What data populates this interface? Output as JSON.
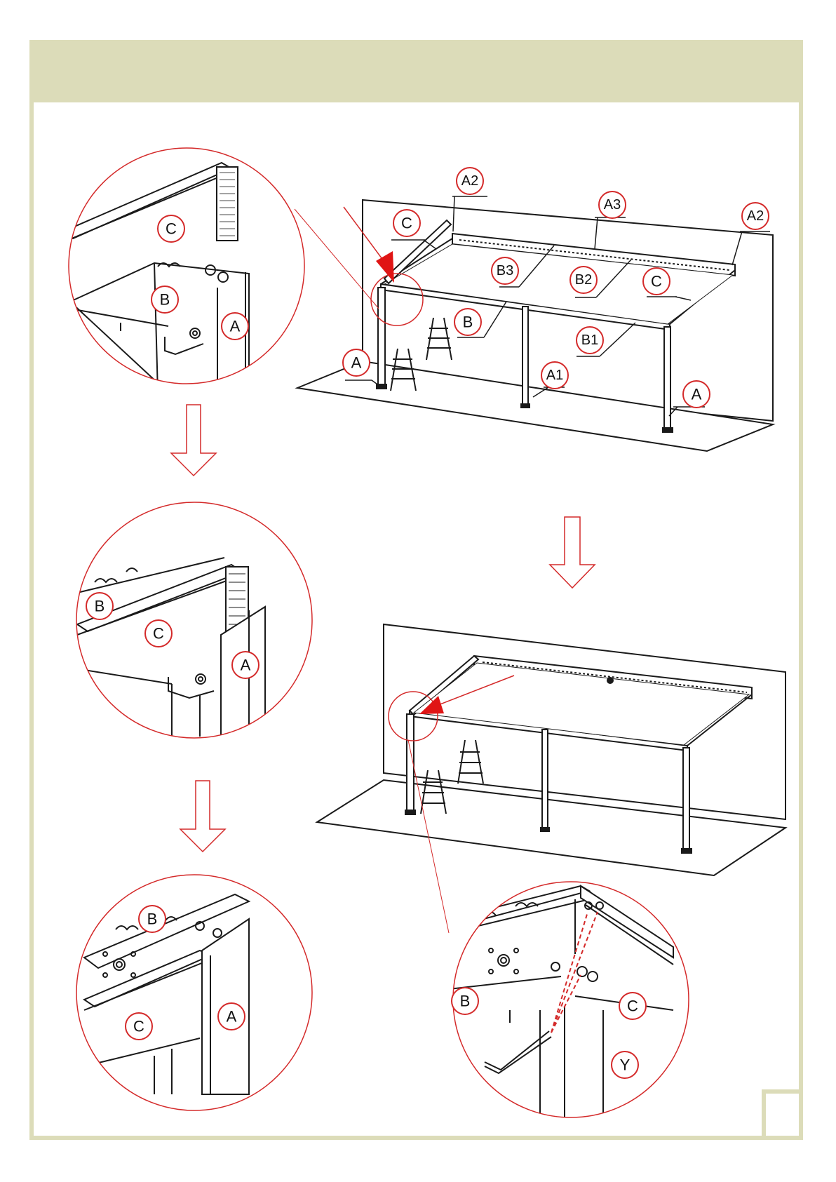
{
  "colors": {
    "frame": "#dcdcb9",
    "accent": "#d42a2a",
    "line": "#1a1a1a"
  },
  "labels": {
    "main_top": {
      "a2_left": "A2",
      "a3": "A3",
      "a2_right": "A2",
      "c_left": "C",
      "b3": "B3",
      "b2": "B2",
      "c_right": "C",
      "b": "B",
      "b1": "B1",
      "a_left": "A",
      "a1": "A1",
      "a_right": "A"
    },
    "detail_1": {
      "c": "C",
      "b": "B",
      "a": "A"
    },
    "detail_2": {
      "b": "B",
      "c": "C",
      "a": "A"
    },
    "detail_3": {
      "b": "B",
      "c": "C",
      "a": "A"
    },
    "detail_4": {
      "b": "B",
      "c": "C",
      "y": "Y"
    }
  },
  "icons": [
    "down-arrow-icon",
    "red-pointer-arrow-icon",
    "hex-key-icon",
    "ladder-icon"
  ]
}
